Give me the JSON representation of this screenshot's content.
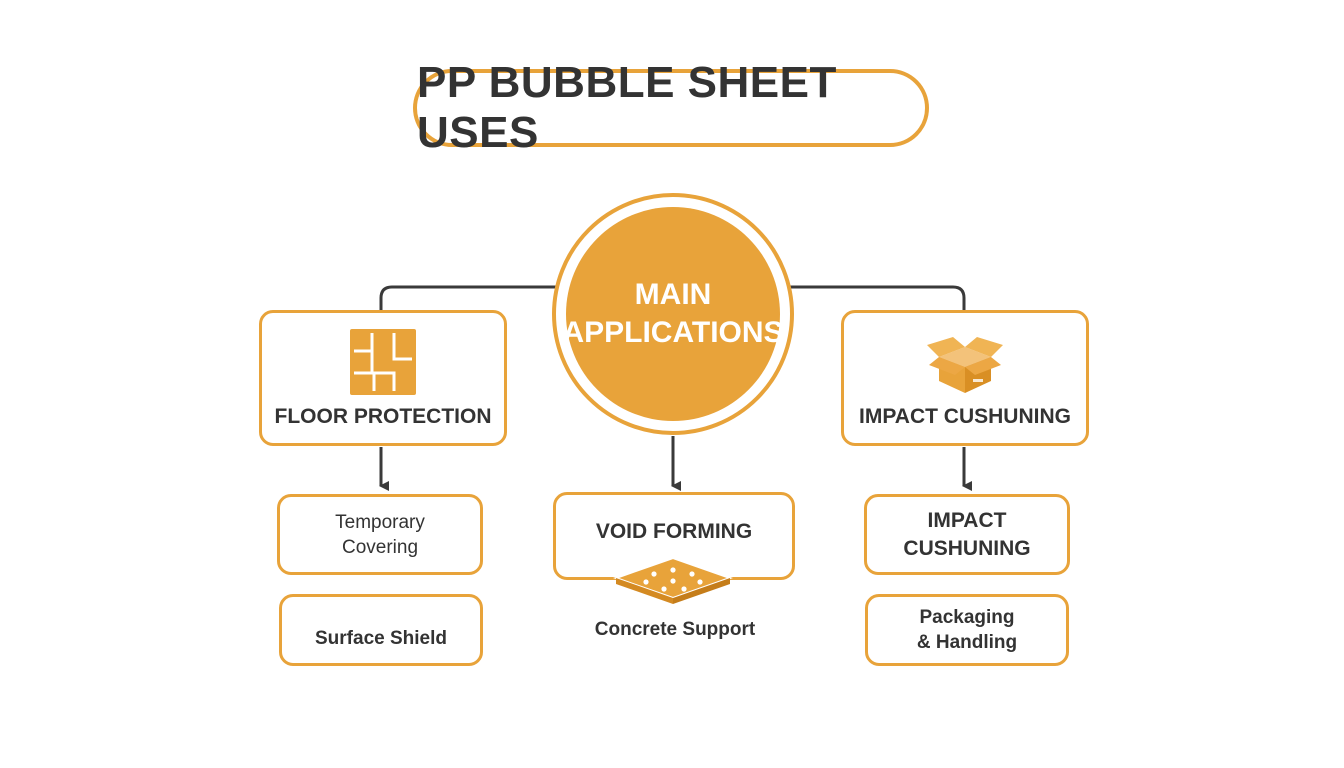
{
  "title": "PP BUBBLE SHEET USES",
  "hub": {
    "line1": "MAIN",
    "line2": "APPLICATIONS"
  },
  "categories": {
    "left": {
      "label": "FLOOR PROTECTION",
      "icon": "floor-tiles-icon"
    },
    "right": {
      "label": "IMPACT CUSHUNING",
      "icon": "open-box-icon"
    }
  },
  "leaves": {
    "left_top": {
      "line1": "Temporary",
      "line2": "Covering"
    },
    "left_bottom": {
      "text": "Surface Shield"
    },
    "center": {
      "label": "VOID FORMING",
      "caption": "Concrete Support",
      "icon": "bubble-sheet-icon"
    },
    "right_top": {
      "line1": "IMPACT",
      "line2": "CUSHUNING"
    },
    "right_bottom": {
      "line1": "Packaging",
      "line2": "& Handling"
    }
  },
  "colors": {
    "accent": "#e8a33a",
    "text": "#333333",
    "connector": "#3a3a3a"
  }
}
